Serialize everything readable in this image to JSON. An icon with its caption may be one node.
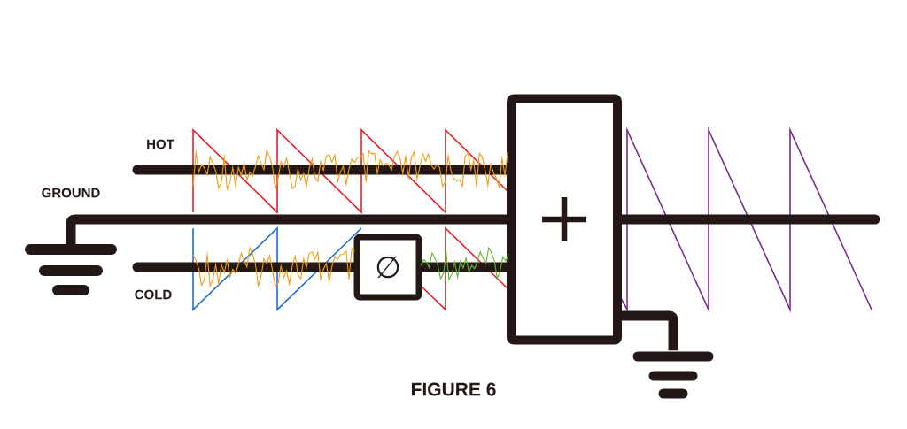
{
  "diagram": {
    "caption": "FIGURE 6",
    "nodes": [
      {
        "text": [],
        "shape": "ground"
      },
      {
        "text": [
          "∅"
        ]
      },
      {
        "text": [
          "+"
        ]
      },
      {
        "text": [],
        "shape": "ground"
      }
    ],
    "edges": [
      {
        "from": null,
        "to": 2,
        "arrow": "none"
      },
      {
        "from": 0,
        "to": 2,
        "arrow": "none"
      },
      {
        "from": null,
        "to": 1,
        "arrow": "none"
      },
      {
        "from": 1,
        "to": 2,
        "arrow": "none"
      },
      {
        "from": 2,
        "to": 3,
        "arrow": "none"
      },
      {
        "from": 2,
        "to": null,
        "arrow": "none"
      }
    ],
    "labels": [
      "HOT",
      "GROUND",
      "COLD"
    ]
  }
}
